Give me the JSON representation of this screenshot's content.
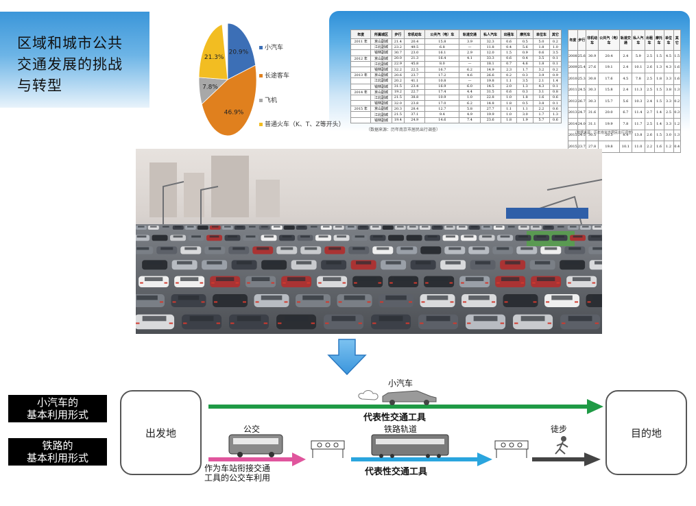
{
  "title": "区域和城市公共交通发展的挑战与转型",
  "pie": {
    "slices": [
      {
        "label": "小汽车",
        "percent": 20.9,
        "color": "#3c6fb6"
      },
      {
        "label": "长途客车",
        "percent": 46.9,
        "color": "#e0801e"
      },
      {
        "label": "飞机",
        "percent": 7.8,
        "color": "#a8a8a8"
      },
      {
        "label": "普通火车（K、T、Z等开头）",
        "percent": 21.3,
        "color": "#f2bd22"
      }
    ],
    "labels": [
      "20.9%",
      "46.9%",
      "7.8%",
      "21.3%"
    ]
  },
  "table1": {
    "headers": [
      "年度",
      "所属城区",
      "步行",
      "非机动车",
      "公共汽（电）车",
      "轨道交通",
      "私人汽车",
      "出租车",
      "摩托车",
      "单位车",
      "其它"
    ],
    "rows": [
      [
        "2011 年",
        "京山副城",
        "21.4",
        "20.4",
        "15.8",
        "3.9",
        "32.3",
        "0.6",
        "0.5",
        "5.0",
        "0.2"
      ],
      [
        "",
        "江北副城",
        "23.2",
        "49.5",
        "6.8",
        "—",
        "11.8",
        "0.4",
        "5.6",
        "1.8",
        "1.0"
      ],
      [
        "",
        "钱林副城",
        "30.7",
        "23.0",
        "16.1",
        "2.9",
        "12.0",
        "1.5",
        "0.9",
        "0.6",
        "3.5"
      ],
      [
        "2012 年",
        "京山副城",
        "20.0",
        "21.3",
        "16.4",
        "4.1",
        "33.3",
        "0.6",
        "0.4",
        "3.5",
        "0.1"
      ],
      [
        "",
        "江北副城",
        "22.9",
        "45.8",
        "8.0",
        "—",
        "18.1",
        "0.7",
        "4.6",
        "1.8",
        "0.1"
      ],
      [
        "",
        "钱林副城",
        "32.2",
        "22.5",
        "16.7",
        "6.2",
        "14.9",
        "2.3",
        "1.7",
        "3.2",
        "0.2"
      ],
      [
        "2013 年",
        "京山副城",
        "20.6",
        "23.7",
        "17.2",
        "4.6",
        "26.6",
        "0.2",
        "0.3",
        "3.9",
        "0.9"
      ],
      [
        "",
        "江北副城",
        "20.2",
        "41.1",
        "10.8",
        "—",
        "19.8",
        "1.1",
        "3.5",
        "2.1",
        "1.4"
      ],
      [
        "",
        "钱林副城",
        "31.5",
        "23.4",
        "16.9",
        "6.0",
        "14.5",
        "2.0",
        "1.3",
        "4.3",
        "0.1"
      ],
      [
        "2014 年",
        "京山副城",
        "19.2",
        "22.7",
        "17.4",
        "4.4",
        "31.5",
        "0.6",
        "0.3",
        "3.1",
        "0.8"
      ],
      [
        "",
        "江北副城",
        "21.5",
        "38.8",
        "10.9",
        "1.0",
        "22.8",
        "1.0",
        "1.8",
        "1.6",
        "0.6"
      ],
      [
        "",
        "钱林副城",
        "32.0",
        "23.8",
        "17.0",
        "6.2",
        "14.8",
        "1.8",
        "0.5",
        "3.8",
        "0.1"
      ],
      [
        "2015 年",
        "京山副城",
        "20.3",
        "28.4",
        "12.7",
        "5.8",
        "27.7",
        "1.1",
        "1.1",
        "2.2",
        "0.6"
      ],
      [
        "",
        "江北副城",
        "21.5",
        "37.1",
        "9.4",
        "4.9",
        "19.9",
        "1.0",
        "3.0",
        "1.7",
        "1.3"
      ],
      [
        "",
        "钱林副城",
        "19.4",
        "24.9",
        "14.6",
        "7.4",
        "23.6",
        "1.8",
        "1.9",
        "5.7",
        "0.6"
      ]
    ],
    "source": "（数据来源：历年南京市居民出行调查）"
  },
  "table2": {
    "headers": [
      "年度",
      "步行",
      "非机动车",
      "公共汽（电）车",
      "轨道交通",
      "私人汽车",
      "出租车",
      "摩托车",
      "单位车",
      "其它"
    ],
    "rows": [
      [
        "2008",
        "25.6",
        "30.9",
        "20.4",
        "2.4",
        "5.9",
        "2.5",
        "1.5",
        "4.5",
        "1.5"
      ],
      [
        "2009",
        "25.4",
        "27.6",
        "19.1",
        "2.4",
        "10.1",
        "2.6",
        "1.3",
        "4.3",
        "1.6"
      ],
      [
        "2010",
        "25.3",
        "30.8",
        "17.6",
        "4.5",
        "7.8",
        "2.5",
        "1.8",
        "3.3",
        "1.6"
      ],
      [
        "2011",
        "24.5",
        "30.3",
        "15.8",
        "2.4",
        "11.3",
        "2.5",
        "1.5",
        "3.8",
        "1.3"
      ],
      [
        "2012",
        "26.7",
        "30.3",
        "15.7",
        "5.6",
        "10.3",
        "2.4",
        "1.5",
        "3.3",
        "0.2"
      ],
      [
        "2013",
        "24.7",
        "31.6",
        "20.0",
        "6.7",
        "11.4",
        "2.7",
        "1.4",
        "2.5",
        "0.3"
      ],
      [
        "2014",
        "24.0",
        "31.1",
        "19.9",
        "7.8",
        "11.7",
        "2.5",
        "1.4",
        "3.3",
        "1.2"
      ],
      [
        "2015",
        "24.5",
        "30.5",
        "20.5",
        "8.4",
        "13.8",
        "2.6",
        "1.5",
        "3.0",
        "1.3"
      ],
      [
        "2015",
        "23.7",
        "27.8",
        "19.8",
        "10.1",
        "11.0",
        "2.2",
        "1.6",
        "1.2",
        "0.4"
      ]
    ],
    "source": "（数据来源：历年南京市居民出行调查）"
  },
  "diagram": {
    "car_mode_label": "小汽车的\n基本利用形式",
    "rail_mode_label": "铁路的\n基本利用形式",
    "origin": "出发地",
    "destination": "目的地",
    "car_label": "小汽车",
    "car_note": "代表性交通工具",
    "bus_label": "公交",
    "bus_note": "作为车站衔接交通\n工具的公交车利用",
    "rail_label": "铁路轨道",
    "rail_note": "代表性交通工具",
    "walk_label": "徒步"
  }
}
